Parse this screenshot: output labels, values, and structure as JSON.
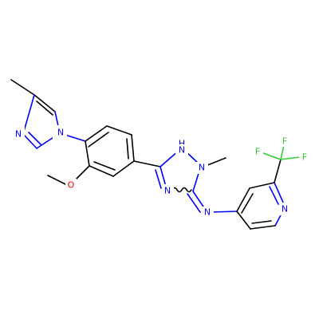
{
  "colors": {
    "carbon_bond": "#000000",
    "nitrogen": "#0000ff",
    "oxygen": "#ff0000",
    "fluorine": "#33cc33",
    "background": "#ffffff"
  },
  "atoms": [
    {
      "id": "n_imid_a",
      "text": "N",
      "color": "#0000ff"
    },
    {
      "id": "n_imid_b",
      "text": "N",
      "color": "#0000ff"
    },
    {
      "id": "o_methoxy",
      "text": "O",
      "color": "#ff0000"
    },
    {
      "id": "nh_triazole",
      "text": "H",
      "color": "#0000ff"
    },
    {
      "id": "nh_triazole_n",
      "text": "N",
      "color": "#0000ff"
    },
    {
      "id": "n_methyl",
      "text": "N",
      "color": "#0000ff"
    },
    {
      "id": "n_triazole_low",
      "text": "N",
      "color": "#0000ff"
    },
    {
      "id": "n_imine",
      "text": "N",
      "color": "#0000ff"
    },
    {
      "id": "n_pyridine",
      "text": "N",
      "color": "#0000ff"
    },
    {
      "id": "f_top",
      "text": "F",
      "color": "#33cc33"
    },
    {
      "id": "f_left",
      "text": "F",
      "color": "#33cc33"
    },
    {
      "id": "f_right",
      "text": "F",
      "color": "#33cc33"
    }
  ]
}
